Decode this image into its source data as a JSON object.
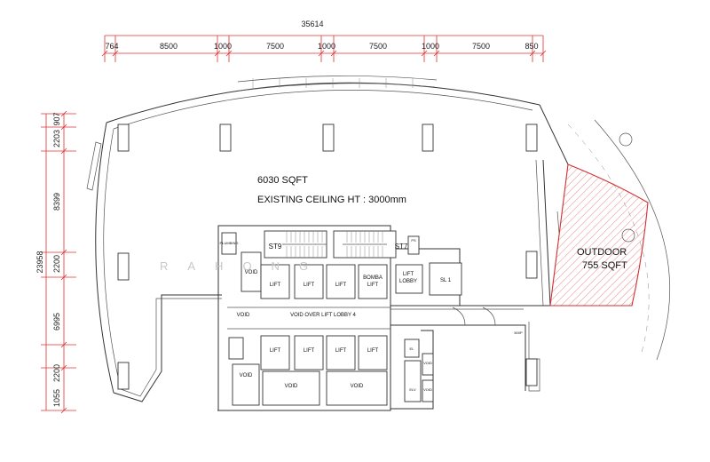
{
  "dimensions": {
    "overall_width": "35614",
    "top_segments": [
      "764",
      "8500",
      "1000",
      "7500",
      "1000",
      "7500",
      "1000",
      "7500",
      "850"
    ],
    "overall_height": "23958",
    "left_segments": [
      "907",
      "2203",
      "8399",
      "2200",
      "6995",
      "2200",
      "1055"
    ]
  },
  "areas": {
    "main_area": "6030 SQFT",
    "ceiling_height": "EXISTING CEILING HT : 3000mm",
    "outdoor_title": "OUTDOOR",
    "outdoor_area": "755 SQFT"
  },
  "rooms": {
    "st9": "ST9",
    "st7": "ST7",
    "void": "VOID",
    "lift": "LIFT",
    "bomba_1": "BOMBA",
    "bomba_2": "LIFT",
    "lift_lobby_1": "LIFT",
    "lift_lobby_2": "LOBBY",
    "sl1": "SL 1",
    "void_over_lobby": "VOID OVER LIFT LOBBY 4",
    "el": "EL",
    "elv": "ELV",
    "ps": "PS",
    "plumbing": "PLUMBING",
    "riser_label": "500P"
  },
  "watermark": "RAHONG"
}
